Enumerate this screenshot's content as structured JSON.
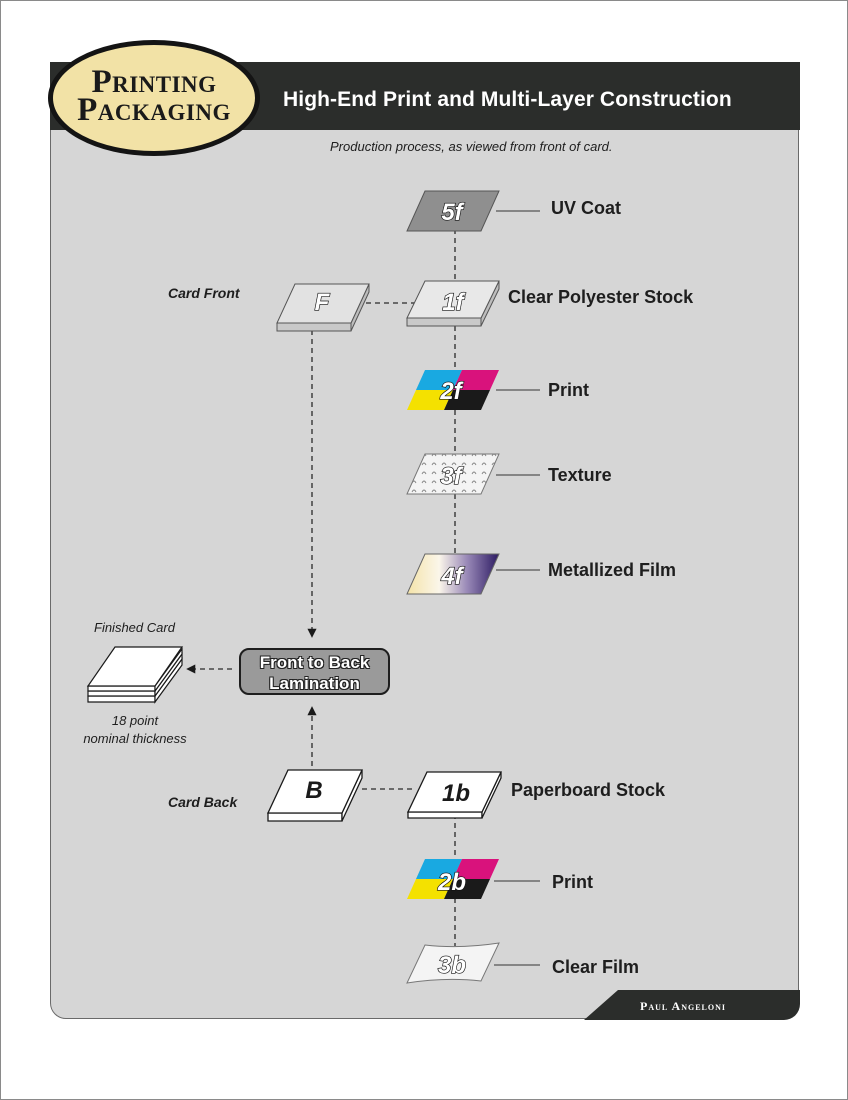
{
  "logo": {
    "line1": "Printing",
    "line2": "Packaging"
  },
  "header": {
    "title": "High-End Print and Multi-Layer Construction"
  },
  "subtitle": "Production process, as viewed from front of card.",
  "front_layers": [
    {
      "code": "5f",
      "label": "UV Coat"
    },
    {
      "code": "1f",
      "label": "Clear Polyester Stock"
    },
    {
      "code": "2f",
      "label": "Print"
    },
    {
      "code": "3f",
      "label": "Texture"
    },
    {
      "code": "4f",
      "label": "Metallized Film"
    }
  ],
  "back_layers": [
    {
      "code": "1b",
      "label": "Paperboard Stock"
    },
    {
      "code": "2b",
      "label": "Print"
    },
    {
      "code": "3b",
      "label": "Clear Film"
    }
  ],
  "card_front": {
    "code": "F",
    "label": "Card Front"
  },
  "card_back": {
    "code": "B",
    "label": "Card Back"
  },
  "lamination": {
    "line1": "Front to Back",
    "line2": "Lamination"
  },
  "finished": {
    "label": "Finished Card",
    "note_line1": "18 point",
    "note_line2": "nominal thickness"
  },
  "footer": {
    "author": "Paul Angeloni"
  },
  "colors": {
    "header_bg": "#2b2d2b",
    "panel_bg": "#d6d6d6",
    "logo_fill": "#f2e2a6",
    "cyan": "#19a9e1",
    "magenta": "#d9127c",
    "yellow": "#f4e100",
    "black": "#1a1a1a"
  }
}
